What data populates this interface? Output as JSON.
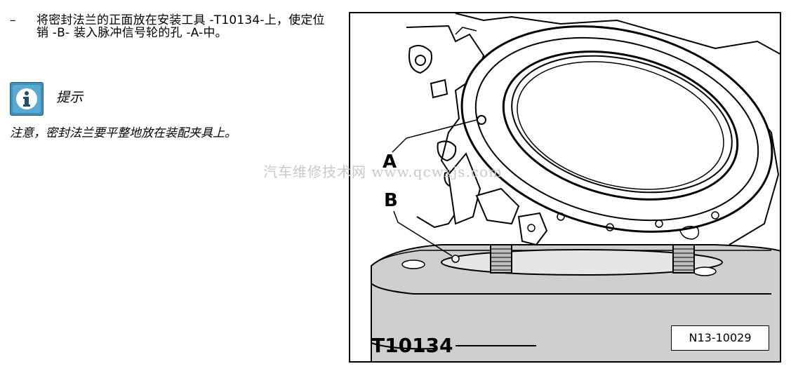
{
  "instruction": {
    "bullet": "–",
    "text": "将密封法兰的正面放在安装工具 -T10134-上，使定位销 -B- 装入脉冲信号轮的孔 -A-中。"
  },
  "tip": {
    "icon": "info-icon",
    "title": "提示",
    "note": "注意，密封法兰要平整地放在装配夹具上。"
  },
  "watermark": "汽车维修技术网 www.qcwxjs.com",
  "figure": {
    "callout_a": "A",
    "callout_b": "B",
    "tool_label": "T10134",
    "figure_id": "N13-10029"
  }
}
